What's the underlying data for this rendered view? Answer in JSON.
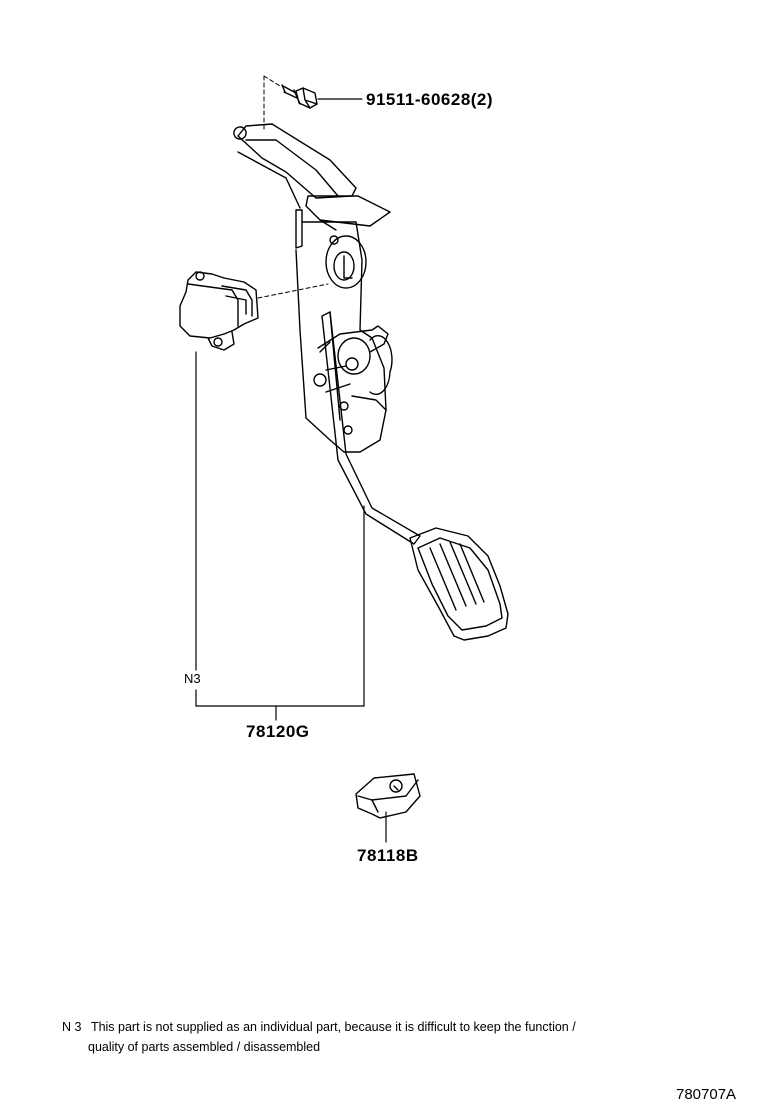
{
  "labels": {
    "bolt_part": "91511-60628(2)",
    "pedal_assembly_part": "78120G",
    "pad_part": "78118B",
    "note_code": "N3"
  },
  "footnote": {
    "code": "N 3",
    "line1": "This part is not supplied as an individual part, because it is difficult to keep the function /",
    "line2": "quality of parts assembled / disassembled"
  },
  "figure_id": "780707A"
}
